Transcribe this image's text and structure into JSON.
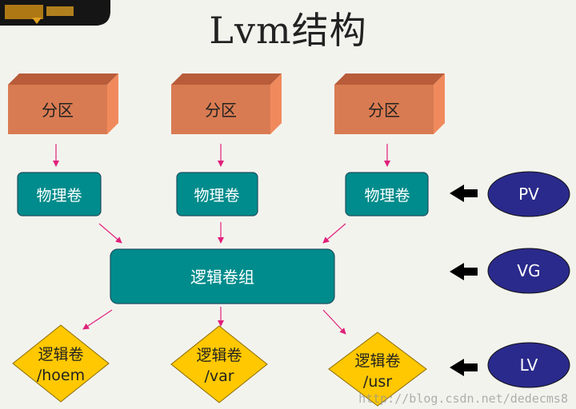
{
  "title": "Lvm结构",
  "partitions": [
    "分区",
    "分区",
    "分区"
  ],
  "physical_volumes": [
    "物理卷",
    "物理卷",
    "物理卷"
  ],
  "volume_group": "逻辑卷组",
  "logical_volumes": [
    {
      "name": "逻辑卷",
      "mount": "/hoem"
    },
    {
      "name": "逻辑卷",
      "mount": "/var"
    },
    {
      "name": "逻辑卷",
      "mount": "/usr"
    }
  ],
  "legend": [
    "PV",
    "VG",
    "LV"
  ],
  "watermark": "http://blog.csdn.net/dedecms8",
  "colors": {
    "partition_front": "#d97b52",
    "partition_top": "#b85c3a",
    "partition_side": "#f08a5c",
    "teal": "#008c8c",
    "diamond": "#ffc800",
    "oval": "#2a2a8c",
    "arrow_pink": "#e0207a"
  }
}
